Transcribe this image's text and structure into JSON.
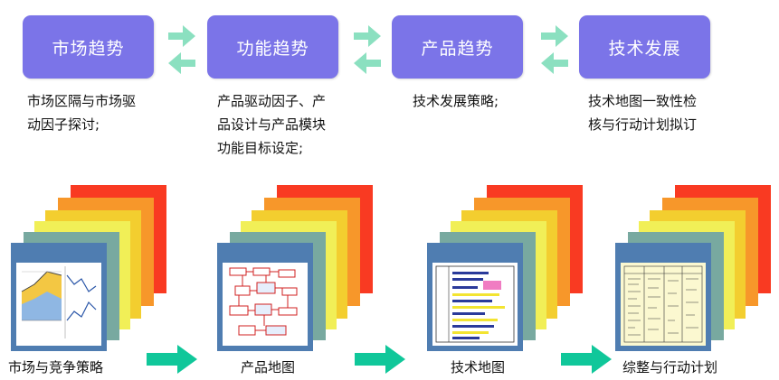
{
  "stages": [
    {
      "title": "市场趋势",
      "desc_lines": [
        "市场区隔与市场驱",
        "动因子探讨;"
      ]
    },
    {
      "title": "功能趋势",
      "desc_lines": [
        "产品驱动因子、产",
        "品设计与产品模块",
        "功能目标设定;"
      ]
    },
    {
      "title": "产品趋势",
      "desc_lines": [
        "技术发展策略;"
      ]
    },
    {
      "title": "技术发展",
      "desc_lines": [
        "技术地图一致性检",
        "核与行动计划拟订"
      ]
    }
  ],
  "bottom_labels": [
    "市场与竞争策略",
    "产品地图",
    "技术地图",
    "综整与行动计划"
  ],
  "colors": {
    "stage_box": "#7b74e8",
    "arrow_light": "#8be0c0",
    "arrow_dark": "#10c79a",
    "layers": [
      "#f93a22",
      "#f7972a",
      "#f3ce2f",
      "#f1ef57",
      "#78a9a0",
      "#4f7db1"
    ]
  }
}
